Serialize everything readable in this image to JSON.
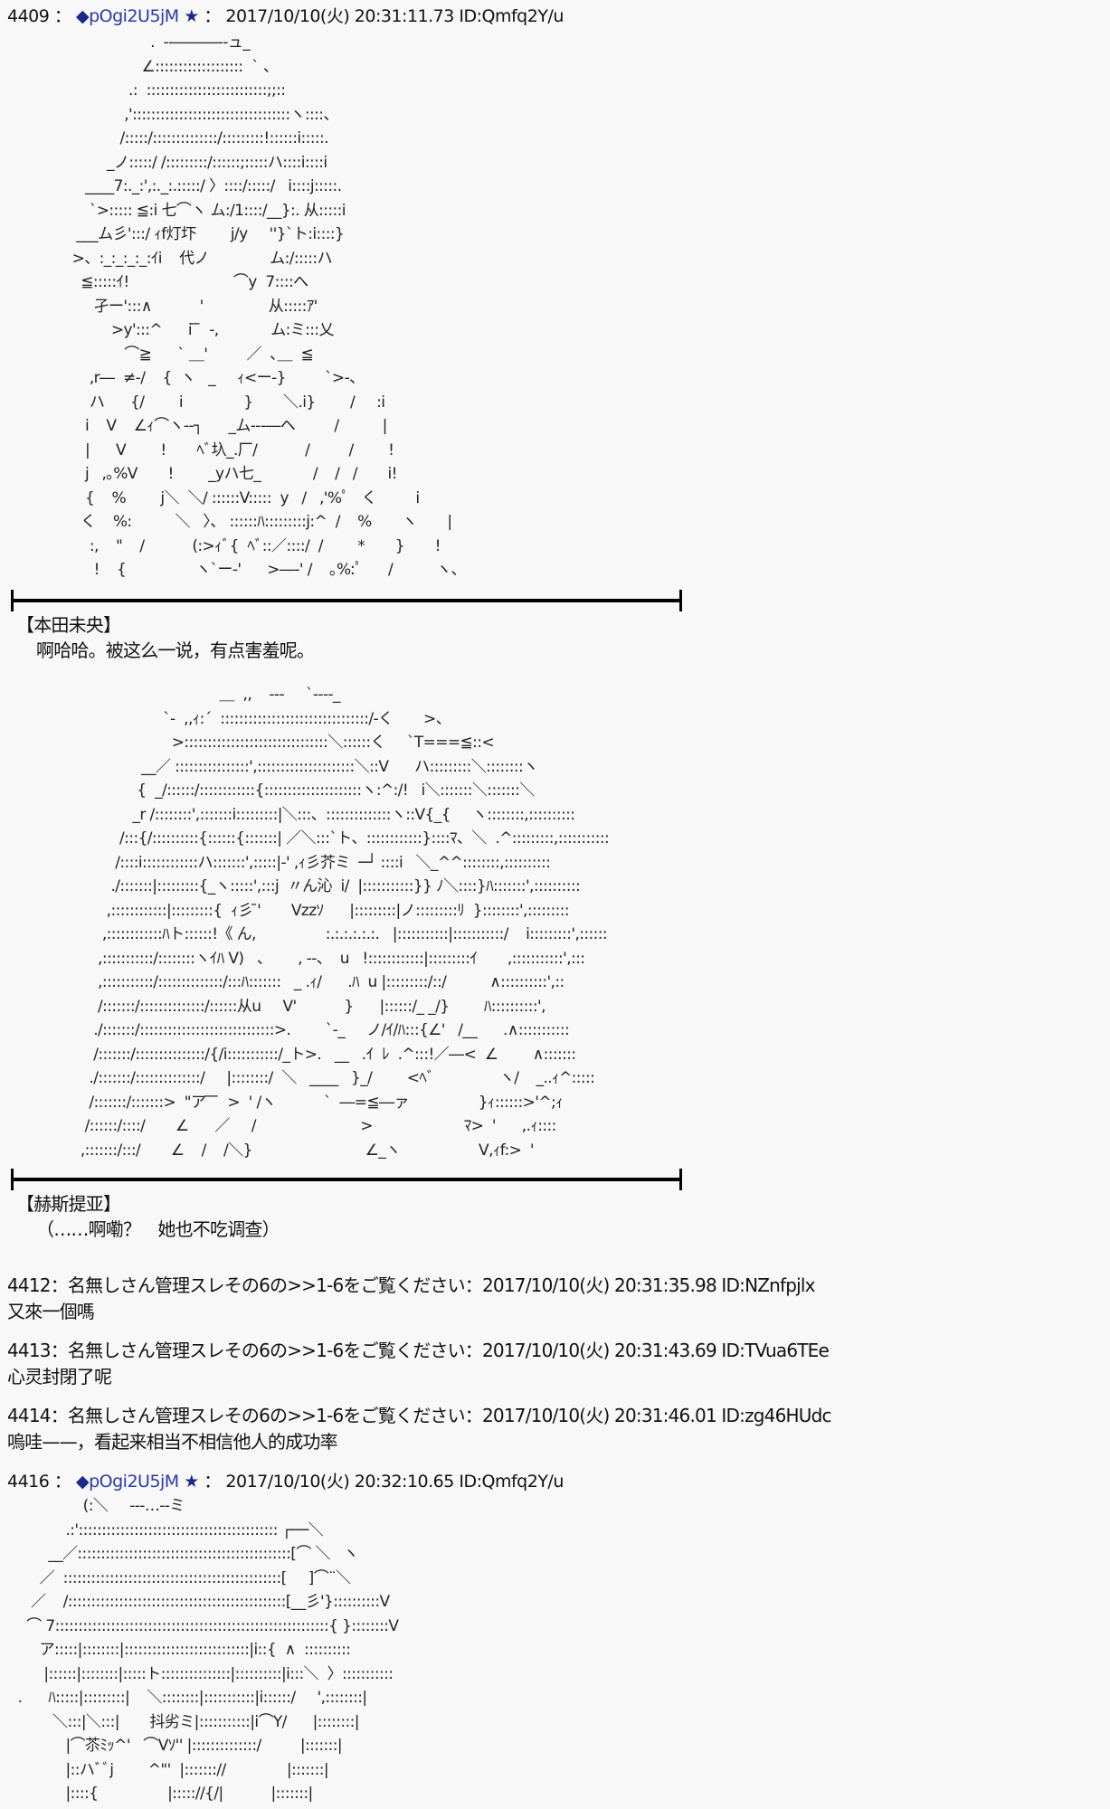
{
  "posts": [
    {
      "number": "4409",
      "sep": "：",
      "trip_mark": "◆",
      "name": "pOgi2U5jM",
      "star": "★",
      "sep2": "：",
      "date": "2017/10/10(火) 20:31:11.73 ID:Qmfq2Y/u",
      "aa": "                    .  -‐―――--ュ_\n                  ∠:::::::::::::::::::  ` 、\n               .:  ::::::::::::::::::::::::::;;::\n              ,'::::::::::::::::::::::::::::::::::ヽ::::、\n             /:::::/::::::::::::::/:::::::::!::::::i:::::.\n          _ノ:::::/ /:::::::::/::::::;:::::ハ::::i::::i\n     ____7:._:',:._:.:::::/ 〉::::/:::::/   i::::j:::::.\n      `>::::: ≦:i 七⌒ヽ ム:/1::::/__}:. 从:::::i\n   ___ム彡':::/ ｨf灯圷        j/y     ''}`ト:i::::}\n  >、:_:_:_:_:ｲi    代ノ              ム:/:::::ハ\n    ≦:::::ｲ!                        ⌒y  7::::へ\n       孑ー':::∧           '               从:::::ｱ'\n           >y':::^      i ̄ ̄  -,            ム:ミ:::乂\n              ⌒≧      ` ＿'         ／  ､＿  ≦\n      ,r―  ≠‐/    {  ヽ   _     ｨ<ー‐}         `>-、\n      ハ      {/        i              }       ＼.i}        /     :i\n     i    V    ∠ｨ⌒ヽ--┐      _ム‐--―ヘ         /          |\n     |      V        !       ﾍﾞ圦_.厂/           /         /        !\n     j   ,｡%V       !        _yハ七_            /    /   /       i!\n     {    %        j＼  ＼/ ::::::V:::::  y   /   ,'%ﾟ   く         i\n    く    %:          ＼   〉、 ::::::ﾊ:::::::::j:^  /    %       ヽ       |\n      :,    \"    /           (:>ｨﾞ{  ﾍﾞ::／::::/  /        *       }       !\n       !    {                ヽ`ー-'      >―‐' /    ｡%:ﾟ      /          ヽ、",
      "speaker": "【本田未央】",
      "line": "啊哈哈。被这么一说，有点害羞呢。"
    },
    {
      "aa": "                                      ＿  ,,    ---     `‐‐‐‐_\n                         `-  ,,ｨ:´  ::::::::::::::::::::::::::::::::/‐く       >、\n                           >:::::::::::::::::::::::::::::::＼::::::く     `T===≦::<\n                    __／ ::::::::::::::::',:::::::::::::::::::::＼::V      ハ:::::::::＼::::::::ヽ\n                   {  _/::::::/::::::::::::{:::::::::::::::::::::ヽ:^:/!   i＼:::::::＼:::::::＼\n                  _r /::::::::',:::::::i:::::::::|＼:::、::::::::::::::ヽ::V{_{     ヽ::::::::,::::::::::\n               /:::{/::::::::::{::::::{:::::::| ／＼:::`ト、::::::::::::}::::ﾏ、＼  .^:::::::::,:::::::::::\n              /::::i::::::::::::ハ:::::::',:::::|-' ,ｨ彡芥ミ  ─┘ ::::i   ＼_^^::::::::,::::::::::\n             ./:::::::|:::::::::{_ヽ:::::',:::j  〃ん沁  i/  |:::::::::::}} ﾉ＼::::}ﾊ:::::::',::::::::::\n            ,::::::::::::|:::::::::{  ｨ彡 ̄'       Vzzｿ      |:::::::::|ノ:::::::::ﾘ  }::::::::',:::::::::\n           ,::::::::::::ﾊト::::::!《 ん,                :.:.:.:.:.:.   |:::::::::::|:::::::::::/    i:::::::::',::::::\n          ,:::::::::::/::::::::ヽｲﾊ V)   、      , ‐-、  u   !::::::::::::|:::::::::ｲ       ,:::::::::::',:::\n          ,:::::::::::/::::::::::::::/:::ﾊ:::::::   _ .ｨ/      .ﾊ  u |:::::::::/::/          ∧::::::::::',::\n          /:::::::/::::::::::::::/::::::从u     V'           }      |::::::/_ _/}        ﾊ::::::::::',\n         ./:::::::/:::::::::::::::::::::::::::::>.        `-_     ノ/ｲ/ﾊ:::{∠'   /__      .∧:::::::::::\n         /:::::::/:::::::::::::::/{/i:::::::::::/_ト>.   __   .ｲ  ﾚ  .^:::!／―<  ∠        ∧:::::::\n        ./:::::::/::::::::::::::/     |::::::::/  ＼   ____   }_/        <ﾍﾞ               ヽ/    _..ｨ^:::::\n        /:::::::/:::::::>  \"ア ̄ ̄ ̄  >  ' /ヽ           `  ―=≦―ァ                }ｨ::::::>'^;ｨ\n       /::::::/::::/       ∠      ／     /                        >                     ﾏ>  '      ,.ｨ::::\n      ,:::::::/:::/       ∠    /    /＼}                          ∠_ヽ                  V,ｨf:>  '",
      "speaker": "【赫斯提亚】",
      "line": "（……啊嘞？　她也不吃调查）"
    }
  ],
  "replies": [
    {
      "number": "4412",
      "header": "4412：名無しさん管理スレその6の>>1-6をご覧ください：2017/10/10(火) 20:31:35.98 ID:NZnfpjlx",
      "body": "又來一個嗎"
    },
    {
      "number": "4413",
      "header": "4413：名無しさん管理スレその6の>>1-6をご覧ください：2017/10/10(火) 20:31:43.69 ID:TVua6TEe",
      "body": "心灵封閉了呢"
    },
    {
      "number": "4414",
      "header": "4414：名無しさん管理スレその6の>>1-6をご覧ください：2017/10/10(火) 20:31:46.01 ID:zg46HUdc",
      "body": "嗚哇——，看起来相当不相信他人的成功率"
    }
  ],
  "post_4416": {
    "number": "4416",
    "sep": "：",
    "trip_mark": "◆",
    "name": "pOgi2U5jM",
    "star": "★",
    "sep2": "：",
    "date": "2017/10/10(火) 20:32:10.65 ID:Qmfq2Y/u",
    "aa": "                 (:＼     ---…--ミ\n             .:'::::::::::::::::::::::::::::::::::::::::::: ┌──＼\n         __／::::::::::::::::::::::::::::::::::::::::::::::[⌒ ＼   ヽ\n       ／  :::::::::::::::::::::::::::::::::::::::::::::::[     ]⌒¨＼\n     ／    /:::::::::::::::::::::::::::::::::::::::::::::::[__彡'}::::::::::V\n    ⌒ 7:::::::::::::::::::::::::::::::::::::::::::::::::::::::::::{ }::::::::V\n       ア:::::|::::::::|:::::::::::::::::::::::::::|i::{  ∧  ::::::::::\n        |::::::|::::::::|:::::ト:::::::::::::::|::::::::::|i:::＼  〉:::::::::::\n  .      ﾊ:::::|:::::::::|    ＼::::::::|:::::::::::|i::::::/     ',::::::::|\n          ＼:::|＼:::|       抖劣ミ|:::::::::::|i⌒Y/      |::::::::|\n             |⌒苶ﾐｯ^'   ⌒Vｿ'' |::::::::::::::/         |:::::::|\n             |::ハﾞﾞj        ^\"'  |::::::://              |:::::::|\n             |::::{                |::::://{/|           |:::::::|"
  }
}
